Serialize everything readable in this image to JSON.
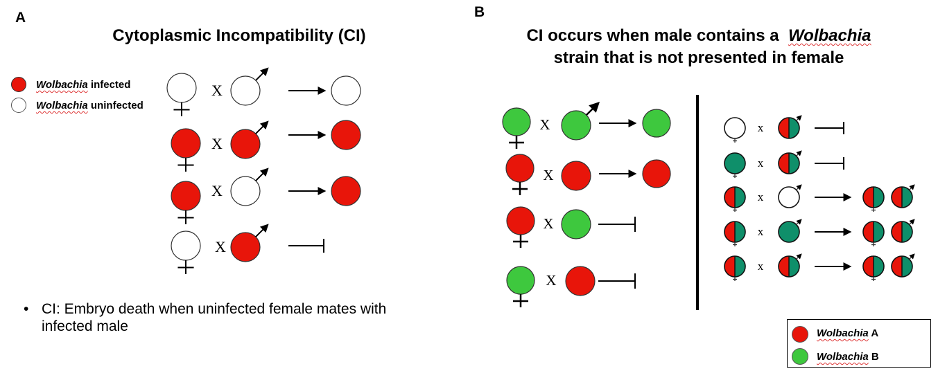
{
  "panel_a": {
    "label": "A",
    "title": "Cytoplasmic Incompatibility (CI)",
    "legend": [
      {
        "italic": "Wolbachia",
        "rest": "infected",
        "color": "#e8150a"
      },
      {
        "italic": "Wolbachia",
        "rest": "uninfected",
        "color": "#ffffff"
      }
    ],
    "cross_symbol": "X",
    "crosses": [
      {
        "female": "uninfected",
        "male": "uninfected",
        "outcome": "uninfected"
      },
      {
        "female": "infected",
        "male": "infected",
        "outcome": "infected"
      },
      {
        "female": "infected",
        "male": "uninfected",
        "outcome": "infected"
      },
      {
        "female": "uninfected",
        "male": "infected",
        "outcome": "blocked"
      }
    ],
    "bullet": "CI: Embryo death when uninfected female mates with infected male",
    "bullet_line1": "CI: Embryo death when uninfected female mates with",
    "bullet_line2": "infected male"
  },
  "panel_b": {
    "label": "B",
    "title_line1_prefix": "CI occurs when male contains a",
    "title_line1_italic": "Wolbachia",
    "title_line2": "strain that is not presented in female",
    "cross_symbol": "X",
    "cross_symbol_small": "x",
    "left_crosses": [
      {
        "female": "B",
        "male": "B",
        "outcome": "B"
      },
      {
        "female": "A",
        "male": "A",
        "outcome": "A"
      },
      {
        "female": "A",
        "male": "B",
        "outcome": "blocked"
      },
      {
        "female": "B",
        "male": "A",
        "outcome": "blocked"
      }
    ],
    "right_crosses": [
      {
        "female": "none",
        "male": "AB",
        "outcome": "blocked"
      },
      {
        "female": "B",
        "male": "AB",
        "outcome": "blocked"
      },
      {
        "female": "AB",
        "male": "none",
        "outcome": "AB"
      },
      {
        "female": "AB",
        "male": "B",
        "outcome": "AB"
      },
      {
        "female": "AB",
        "male": "AB",
        "outcome": "AB"
      }
    ],
    "legend": [
      {
        "italic": "Wolbachia",
        "rest": "A",
        "color": "#e8150a"
      },
      {
        "italic": "Wolbachia",
        "rest": "B",
        "color": "#3ec83e"
      }
    ]
  },
  "colors": {
    "red": "#e8150a",
    "green": "#3ec83e",
    "teal": "#0f8f6a",
    "white": "#ffffff"
  }
}
